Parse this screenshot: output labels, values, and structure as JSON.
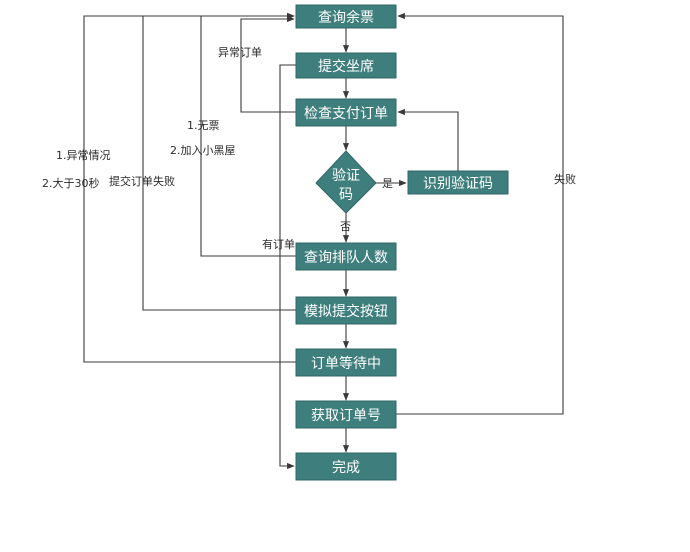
{
  "nodes": {
    "query_tickets": "查询余票",
    "submit_seat": "提交坐席",
    "check_pay_order": "检查支付订单",
    "captcha_decision": [
      "验证",
      "码"
    ],
    "recognize_captcha": "识别验证码",
    "query_queue": "查询排队人数",
    "simulate_submit": "模拟提交按钮",
    "order_waiting": "订单等待中",
    "get_order_no": "获取订单号",
    "done": "完成"
  },
  "edge_labels": {
    "abnormal_order": "异常订单",
    "no_ticket": "1.无票",
    "blacklist": "2.加入小黑屋",
    "abnormal_case": "1.异常情况",
    "over_30s": "2.大于30秒",
    "submit_failed": "提交订单失败",
    "yes": "是",
    "no": "否",
    "has_order": "有订单",
    "fail": "失败"
  },
  "colors": {
    "node_fill": "#3e7e7d",
    "node_text": "#ffffff",
    "edge": "#3a3a3a"
  }
}
